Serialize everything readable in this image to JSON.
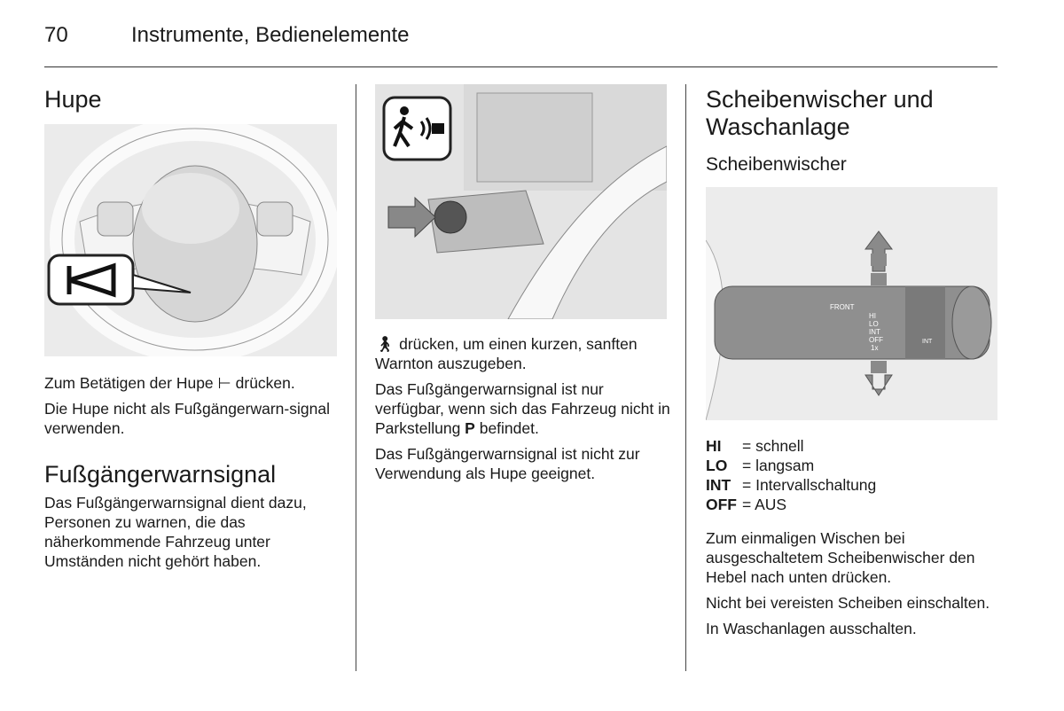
{
  "header": {
    "page_number": "70",
    "chapter": "Instrumente, Bedienelemente"
  },
  "col1": {
    "heading": "Hupe",
    "p1_before": "Zum Betätigen der Hupe ",
    "p1_after": " drücken.",
    "p2": "Die Hupe nicht als Fußgängerwarn-signal verwenden.",
    "heading2": "Fußgängerwarnsignal",
    "p3": "Das Fußgängerwarnsignal dient dazu, Personen zu warnen, die das näherkommende Fahrzeug unter Umständen nicht gehört haben."
  },
  "col2": {
    "p1": " drücken, um einen kurzen, sanften Warnton auszugeben.",
    "p2_before": "Das Fußgängerwarnsignal ist nur verfügbar, wenn sich das Fahrzeug nicht in Parkstellung ",
    "p2_bold": "P",
    "p2_after": " befindet.",
    "p3": "Das Fußgängerwarnsignal ist nicht zur Verwendung als Hupe geeignet."
  },
  "col3": {
    "heading": "Scheibenwischer und Waschanlage",
    "subheading": "Scheibenwischer",
    "lever_labels": {
      "front": "FRONT",
      "hi": "HI",
      "lo": "LO",
      "int": "INT",
      "off": "OFF",
      "once": "1x",
      "ring": "INT"
    },
    "legend": [
      {
        "key": "HI",
        "value": "= schnell"
      },
      {
        "key": "LO",
        "value": "= langsam"
      },
      {
        "key": "INT",
        "value": "= Intervallschaltung"
      },
      {
        "key": "OFF",
        "value": "= AUS"
      }
    ],
    "p1": "Zum einmaligen Wischen bei ausgeschaltetem Scheibenwischer den Hebel nach unten drücken.",
    "p2": "Nicht bei vereisten Scheiben einschalten.",
    "p3": "In Waschanlagen ausschalten."
  }
}
